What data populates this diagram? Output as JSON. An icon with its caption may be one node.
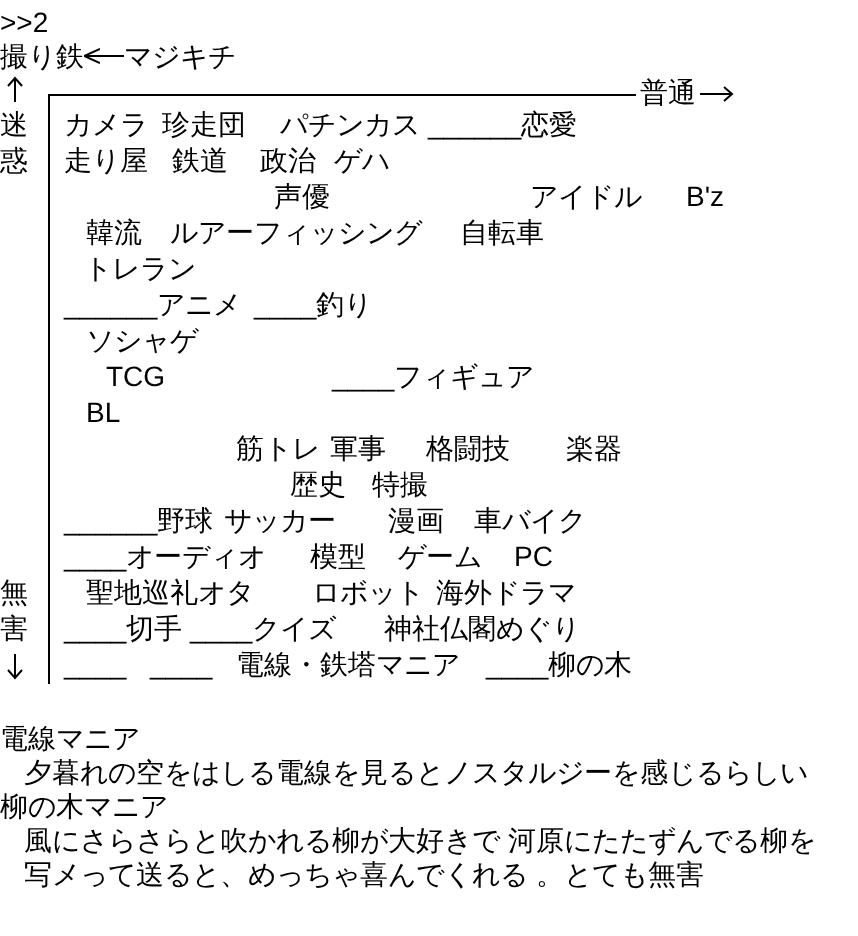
{
  "diagram": {
    "nodes": [
      {
        "text": [
          "撮り鉄"
        ]
      },
      {
        "text": [
          "マジキチ"
        ]
      }
    ],
    "edges": [
      {
        "from": 1,
        "to": 0,
        "arrow": "to"
      }
    ],
    "labels": [
      ">>2",
      "普通",
      "迷惑",
      "カメラ",
      "珍走団",
      "パチンカス",
      "______恋愛",
      "走り屋",
      "鉄道",
      "政治",
      "ゲハ",
      "声優",
      "アイドル",
      "B'z",
      "韓流",
      "ルアーフィッシング",
      "自転車",
      "トレラン",
      "______アニメ",
      "____釣り",
      "ソシャゲ",
      "TCG",
      "____フィギュア",
      "BL",
      "筋トレ",
      "軍事",
      "格闘技",
      "楽器",
      "歴史",
      "特撮",
      "______野球",
      "サッカー",
      "漫画",
      "車バイク",
      "____オーディオ",
      "模型",
      "ゲーム",
      "PC",
      "無害",
      "聖地巡礼オタ",
      "ロボット",
      "海外ドラマ",
      "____切手",
      "____クイズ",
      "神社仏閣めぐり",
      "____",
      "____",
      "電線・鉄塔マニア",
      "____柳の木",
      "電線マニア",
      "夕暮れの空をはしる電線を見るとノスタルジーを感じるらしい",
      "柳の木マニア",
      "風にさらさらと吹かれる柳が大好きで 河原にたたずんでる柳を写メって送ると、めっちゃ喜んでくれる 。とても無害"
    ]
  }
}
